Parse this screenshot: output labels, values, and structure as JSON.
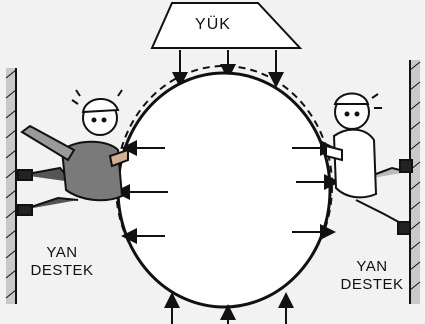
{
  "load_label": "YÜK",
  "left_support": {
    "line1": "YAN",
    "line2": "DESTEK"
  },
  "right_support": {
    "line1": "YAN",
    "line2": "DESTEK"
  },
  "colors": {
    "background": "#f2f2f2",
    "lines": "#111111",
    "wall_fill": "#c9c9c9",
    "left_worker_shirt": "#7a7a7a",
    "right_worker_shirt": "#ffffff"
  },
  "icons": [
    "load-block-icon",
    "pipe-circle-icon",
    "worker-left-icon",
    "worker-right-icon",
    "wall-left-icon",
    "wall-right-icon"
  ]
}
